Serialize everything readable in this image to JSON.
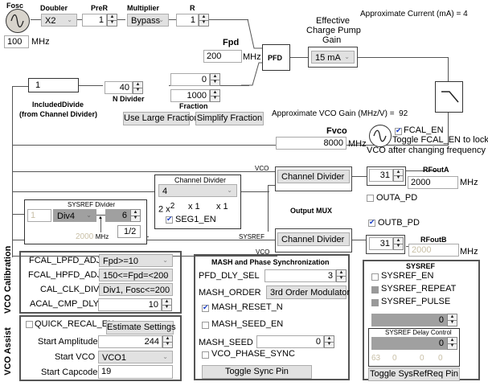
{
  "reference": {
    "fosc_label": "Fosc",
    "fosc_value": "100",
    "fosc_unit": "MHz",
    "doubler_label": "Doubler",
    "doubler_value": "X2",
    "prer_label": "PreR",
    "prer_value": "1",
    "multiplier_label": "Multiplier",
    "multiplier_value": "Bypass",
    "r_label": "R",
    "r_value": "1"
  },
  "pfd": {
    "fpd_label": "Fpd",
    "fpd_value": "200",
    "fpd_unit": "MHz",
    "pfd_label": "PFD",
    "cp_gain_label_1": "Effective",
    "cp_gain_label_2": "Charge Pump",
    "cp_gain_label_3": "Gain",
    "cp_gain_value": "15 mA",
    "approx_current_label": "Approximate Current (mA) =",
    "approx_current_value": "4"
  },
  "ndivider": {
    "included_divide_value": "1",
    "included_divide_label_1": "IncludedDivide",
    "included_divide_label_2": "(from Channel Divider)",
    "n_value": "40",
    "n_label": "N Divider",
    "frac_num": "0",
    "frac_den": "1000",
    "fraction_label": "Fraction",
    "use_large_fraction_label": "Use Large Fraction",
    "simplify_fraction_label": "Simplify Fraction"
  },
  "vco": {
    "vco_gain_label": "Approximate VCO Gain (MHz/V) =",
    "vco_gain_value": "92",
    "fvco_label": "Fvco",
    "fvco_value": "8000",
    "fvco_unit": "MHz",
    "fcal_en_label": "FCAL_EN",
    "fcal_en_checked": true,
    "fcal_hint_1": "Toggle FCAL_EN to lock",
    "fcal_hint_2": "VCO after changing frequency"
  },
  "channel_divider": {
    "title": "Channel  Divider",
    "value": "4",
    "factor_a": "2 x",
    "factor_a_sup": "2",
    "factor_b": "x 1",
    "factor_c": "x 1",
    "seg1_en_label": "SEG1_EN",
    "seg1_en_checked": true
  },
  "sysref_divider": {
    "title": "SYSREF Divider",
    "input_value": "1",
    "div_value": "Div4",
    "spin_value": "6",
    "half_label": "1/2",
    "freq_value": "2000",
    "freq_unit": "MHz"
  },
  "output_mux": {
    "label": "Output MUX",
    "vco_label_a": "VCO",
    "sysref_label_b": "SYSREF",
    "vco_label_b": "VCO",
    "mux_a_value": "Channel Divider",
    "mux_b_value": "Channel Divider",
    "rfouta_label": "RFoutA",
    "rfouta_power": "31",
    "rfouta_freq": "2000",
    "rfouta_unit": "MHz",
    "outa_pd_label": "OUTA_PD",
    "outa_pd_checked": false,
    "rfoutb_label": "RFoutB",
    "rfoutb_power": "31",
    "rfoutb_freq": "2000",
    "rfoutb_unit": "MHz",
    "outb_pd_label": "OUTB_PD",
    "outb_pd_checked": true
  },
  "vco_calibration": {
    "side_label": "VCO Calibration",
    "rows": [
      {
        "label": "FCAL_LPFD_ADJ",
        "value": "Fpd>=10"
      },
      {
        "label": "FCAL_HPFD_ADJ",
        "value": "150<=Fpd=<200"
      },
      {
        "label": "CAL_CLK_DIV",
        "value": "Div1, Fosc<=200"
      },
      {
        "label": "ACAL_CMP_DLY",
        "value": "10"
      }
    ]
  },
  "vco_assist": {
    "side_label": "VCO Assist",
    "quick_recal_label": "QUICK_RECAL_EN",
    "quick_recal_checked": false,
    "estimate_label": "Estimate Settings",
    "start_amplitude_label": "Start Amplitude",
    "start_amplitude_value": "244",
    "start_vco_label": "Start VCO",
    "start_vco_value": "VCO1",
    "start_capcode_label": "Start Capcode",
    "start_capcode_value": "19"
  },
  "mash": {
    "title": "MASH and Phase Synchronization",
    "pfd_dly_sel_label": "PFD_DLY_SEL",
    "pfd_dly_sel_value": "3",
    "mash_order_label": "MASH_ORDER",
    "mash_order_value": "3rd Order Modulator",
    "mash_reset_n_label": "MASH_RESET_N",
    "mash_reset_n_checked": true,
    "mash_seed_en_label": "MASH_SEED_EN",
    "mash_seed_en_checked": false,
    "mash_seed_label": "MASH_SEED",
    "mash_seed_value": "0",
    "vco_phase_sync_label": "VCO_PHASE_SYNC",
    "vco_phase_sync_checked": false,
    "toggle_sync_label": "Toggle Sync Pin"
  },
  "sysref": {
    "title": "SYSREF",
    "sysref_en_label": "SYSREF_EN",
    "sysref_repeat_label": "SYSREF_REPEAT",
    "sysref_pulse_label": "SYSREF_PULSE",
    "spin_value": "0",
    "delay_title": "SYSREF Delay Control",
    "delay_value": "0",
    "delay_readouts": [
      "63",
      "0",
      "0",
      "0"
    ],
    "toggle_label": "Toggle SysRefReq Pin"
  }
}
